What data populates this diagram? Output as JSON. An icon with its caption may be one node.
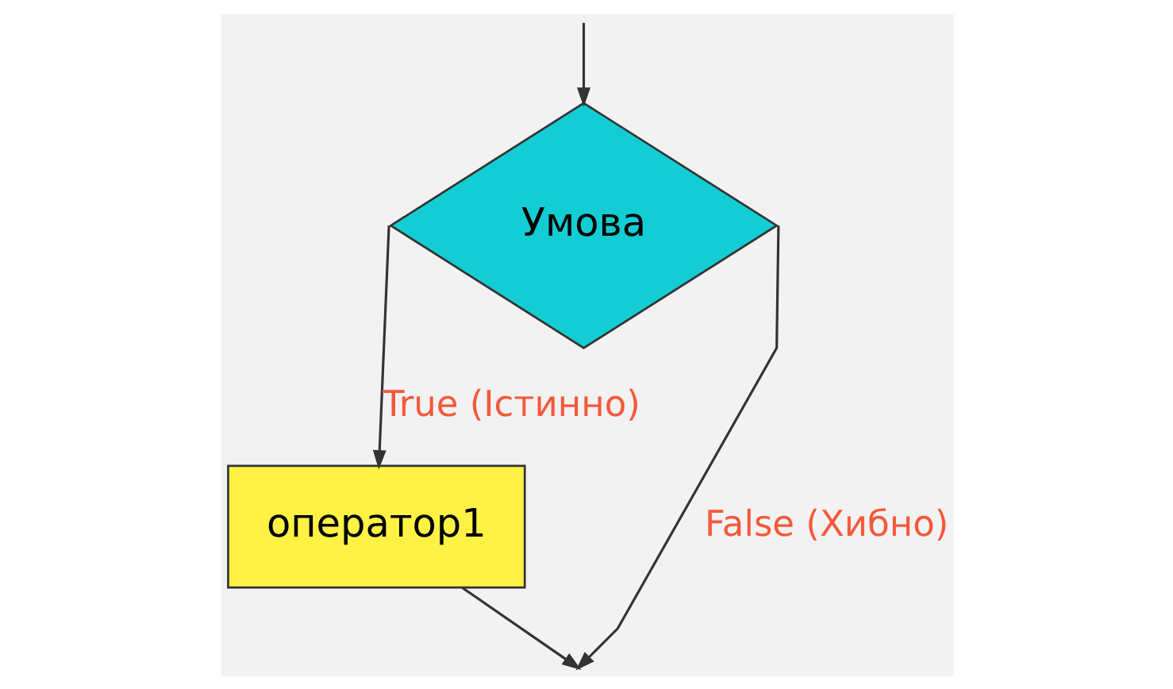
{
  "diagram": {
    "nodes": [
      {
        "text": [
          "Умова"
        ]
      },
      {
        "text": [
          "оператор1"
        ]
      }
    ],
    "edges": [
      {
        "from": 0,
        "to": 1,
        "arrow": "to",
        "label": "True (Істинно)"
      },
      {
        "from": 0,
        "to": null,
        "arrow": "to",
        "label": "False (Хибно)"
      },
      {
        "from": 1,
        "to": null,
        "arrow": "to"
      },
      {
        "from": null,
        "to": 0,
        "arrow": "to"
      }
    ]
  }
}
